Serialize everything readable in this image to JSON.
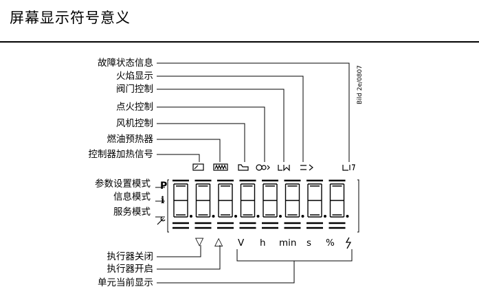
{
  "title": "屏幕显示符号意义",
  "bild_ref": "Bild 2e/0807",
  "labels_top": [
    "故障状态信息",
    "火焰显示",
    "阀门控制",
    "点火控制",
    "风机控制",
    "燃油预热器",
    "控制器加热信号"
  ],
  "labels_mode": [
    "参数设置模式",
    "信息模式",
    "服务模式"
  ],
  "labels_bottom": [
    "执行器关闭",
    "执行器开启",
    "单元当前显示"
  ],
  "mode_marks": [
    "P",
    "i"
  ],
  "units": [
    "V",
    "h",
    "min",
    "s",
    "%"
  ],
  "actuator_symbols": [
    "▽",
    "△"
  ]
}
